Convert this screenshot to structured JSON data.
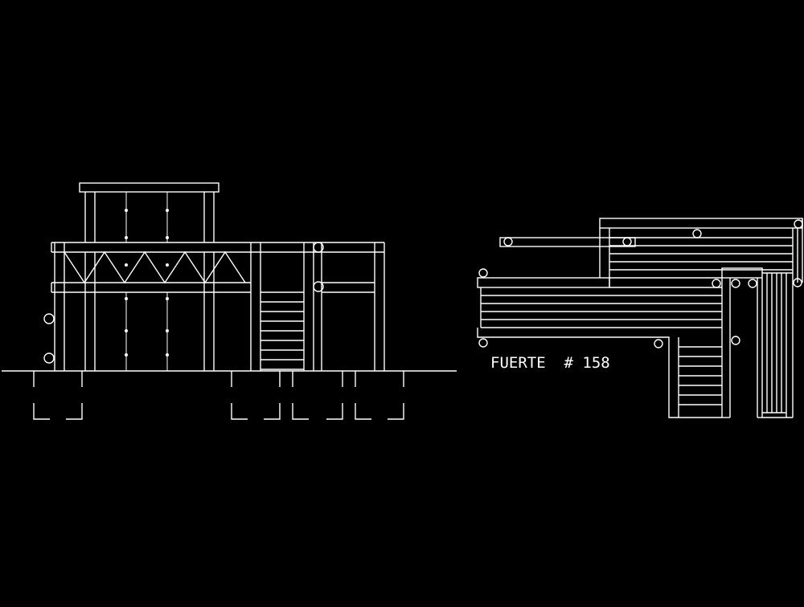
{
  "drawing": {
    "label": "FUERTE  # 158",
    "background_color": "#000000",
    "line_color": "#ffffff"
  },
  "views": {
    "elevation": "elevation-view",
    "plan": "plan-view"
  }
}
